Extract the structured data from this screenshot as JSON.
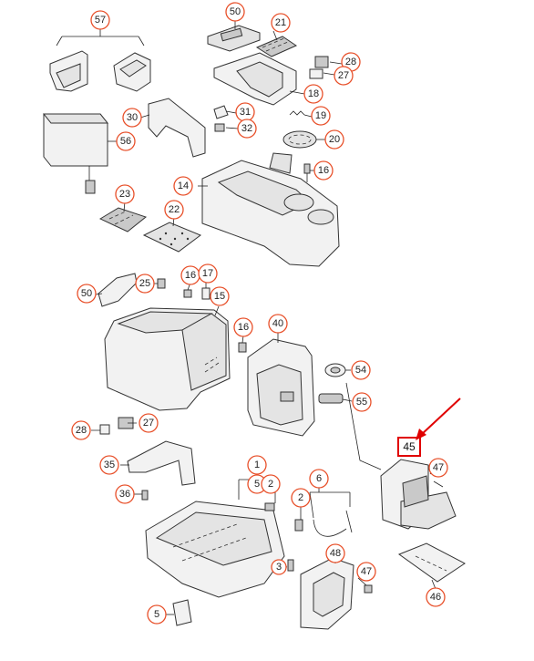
{
  "diagram": {
    "highlighted_part": "45",
    "callouts": [
      "57",
      "50",
      "21",
      "28",
      "27",
      "18",
      "30",
      "31",
      "32",
      "19",
      "20",
      "56",
      "16",
      "14",
      "23",
      "22",
      "50",
      "25",
      "16",
      "17",
      "15",
      "16",
      "40",
      "54",
      "55",
      "28",
      "27",
      "35",
      "45",
      "47",
      "1",
      "5",
      "2",
      "6",
      "2",
      "36",
      "48",
      "47",
      "3",
      "46",
      "5"
    ],
    "colors": {
      "callout_ring": "#e8502a",
      "arrow": "#e00000",
      "highlight_box": "#e00000"
    }
  }
}
